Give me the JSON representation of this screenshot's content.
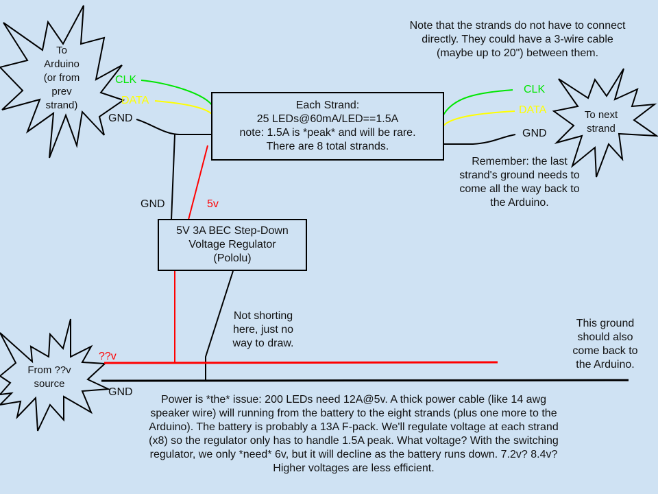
{
  "colors": {
    "background": "#cfe2f3",
    "clk_wire": "#00e600",
    "data_wire": "#ffff00",
    "power_wire": "#ff0000",
    "ground_wire": "#000000",
    "text": "#111111"
  },
  "bursts": {
    "arduino": "To\nArduino\n(or from\nprev\nstrand)",
    "next_strand": "To next\nstrand",
    "source": "From ??v\nsource"
  },
  "left_wires": {
    "clk": "CLK",
    "data": "DATA",
    "gnd": "GND"
  },
  "right_wires": {
    "clk": "CLK",
    "data": "DATA",
    "gnd": "GND"
  },
  "strand_box": "Each Strand:\n25 LEDs@60mA/LED==1.5A\nnote: 1.5A is *peak* and will be rare.\nThere are 8 total strands.",
  "regulator_box": "5V 3A BEC Step-Down\nVoltage Regulator\n(Pololu)",
  "regulator_labels": {
    "gnd": "GND",
    "five_v": "5v"
  },
  "source_labels": {
    "voltage": "??v",
    "gnd": "GND"
  },
  "notes": {
    "top_right": "Note that the strands do not have to connect\ndirectly. They could have a 3-wire cable\n(maybe up to 20\") between them.",
    "remember": "Remember: the last\nstrand's ground needs to\ncome all the way back to\nthe Arduino.",
    "not_shorting": "Not shorting\nhere, just no\nway to draw.",
    "ground_back": "This ground\nshould also\ncome back to\nthe Arduino.",
    "power": "Power is *the* issue: 200 LEDs need 12A@5v. A thick power cable (like 14 awg\nspeaker wire) will running from the battery to the eight strands (plus one more to the\nArduino). The battery is probably a 13A F-pack. We'll regulate voltage at each strand\n(x8) so the regulator only has to handle 1.5A peak. What voltage? With the switching\nregulator, we only *need* 6v, but it will decline as the battery runs down. 7.2v? 8.4v?\nHigher voltages are less efficient."
  }
}
